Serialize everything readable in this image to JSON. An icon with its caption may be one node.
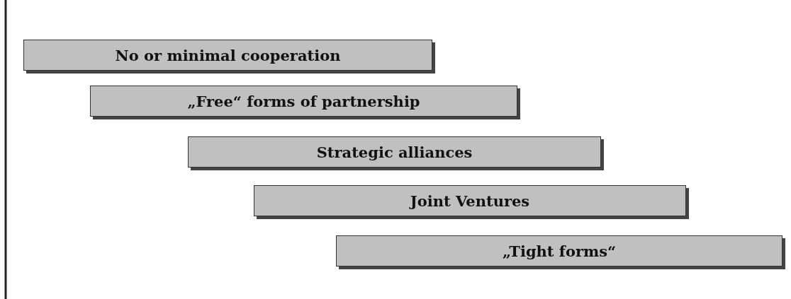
{
  "diagram": {
    "nodes": [
      {
        "text": [
          "No or minimal cooperation"
        ]
      },
      {
        "text": [
          "„Free“ forms of partnership"
        ]
      },
      {
        "text": [
          "Strategic alliances"
        ]
      },
      {
        "text": [
          "Joint Ventures"
        ]
      },
      {
        "text": [
          "„Tight forms“"
        ]
      }
    ]
  }
}
